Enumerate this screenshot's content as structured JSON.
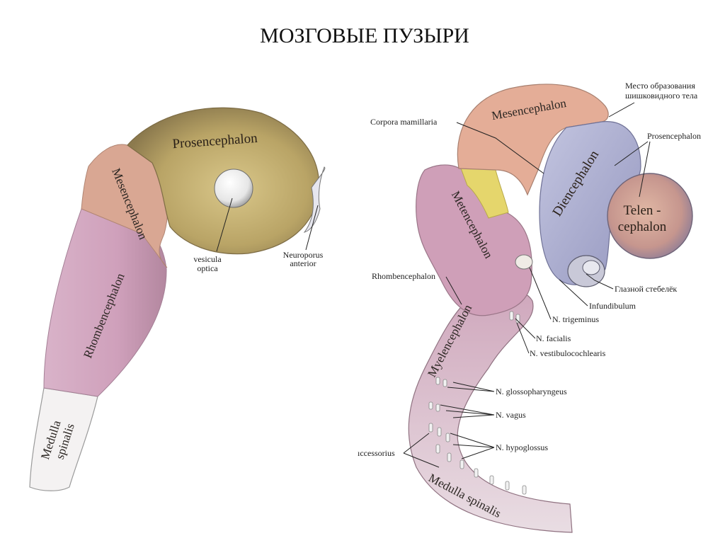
{
  "title": "МОЗГОВЫЕ ПУЗЫРИ",
  "left_figure": {
    "prosencephalon": "Prosencephalon",
    "mesencephalon": "Mesencephalon",
    "rhombencephalon": "Rhombencephalon",
    "medulla_spinalis_1": "Medulla",
    "medulla_spinalis_2": "spinalis",
    "vesicula_optica_1": "vesicula",
    "vesicula_optica_2": "optica",
    "neuroporus_anterior_1": "Neuroporus",
    "neuroporus_anterior_2": "anterior"
  },
  "right_figure": {
    "mesencephalon": "Mesencephalon",
    "pineal_site_1": "Место образования",
    "pineal_site_2": "шишковидного тела",
    "corpora_mamillaria": "Corpora mamillaria",
    "prosencephalon": "Prosencephalon",
    "diencephalon": "Diencephalon",
    "telencephalon_1": "Telen -",
    "telencephalon_2": "cephalon",
    "metencephalon": "Metencephalon",
    "rhombencephalon": "Rhombencephalon",
    "optic_stalk": "Глазной стебелёк",
    "infundibulum": "Infundibulum",
    "n_trigeminus": "N. trigeminus",
    "n_facialis": "N. facialis",
    "n_vestibulocochlearis": "N. vestibulocochlearis",
    "myelencephalon": "Myelencephalon",
    "n_glossopharyngeus": "N. glossopharyngeus",
    "n_vagus": "N. vagus",
    "n_hypoglossus": "N. hypoglossus",
    "n_accessorius": "ıccessorius",
    "medulla_spinalis": "Medulla spinalis"
  },
  "colors": {
    "prosencephalon": "#b9a466",
    "mesencephalon": "#d9a793",
    "rhombencephalon": "#cf9fb8",
    "medulla": "#f4f2f2",
    "diencephalon": "#b0b2d3",
    "telencephalon": "#c6968e",
    "isthmus": "#e5d66c"
  }
}
